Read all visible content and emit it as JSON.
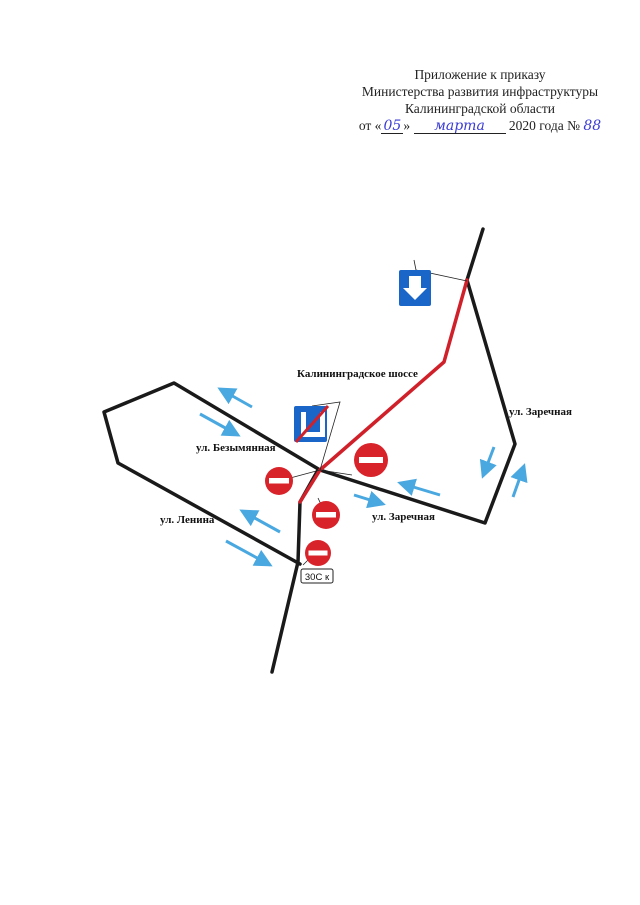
{
  "header": {
    "line1": "Приложение к приказу",
    "line2": "Министерства развития инфраструктуры",
    "line3": "Калининградской области",
    "date_prefix": "от «",
    "day_handwritten": "05",
    "date_mid": "»",
    "month_handwritten": "марта",
    "date_suffix": "2020 года №",
    "number_handwritten": "88"
  },
  "map": {
    "street_labels": {
      "kaliningrad_highway": "Калининградское шоссе",
      "zarechnaya_right": "ул. Заречная",
      "bezymyannaya": "ул. Безымянная",
      "zarechnaya_bottom": "ул. Заречная",
      "lenina": "ул. Ленина"
    },
    "weight_sign": "30С к",
    "colors": {
      "road": "#1a1a1a",
      "closed_route": "#d0202a",
      "arrows": "#4aa8e0",
      "no_entry_sign": "#d8232a",
      "info_sign": "#1a66c8"
    }
  }
}
